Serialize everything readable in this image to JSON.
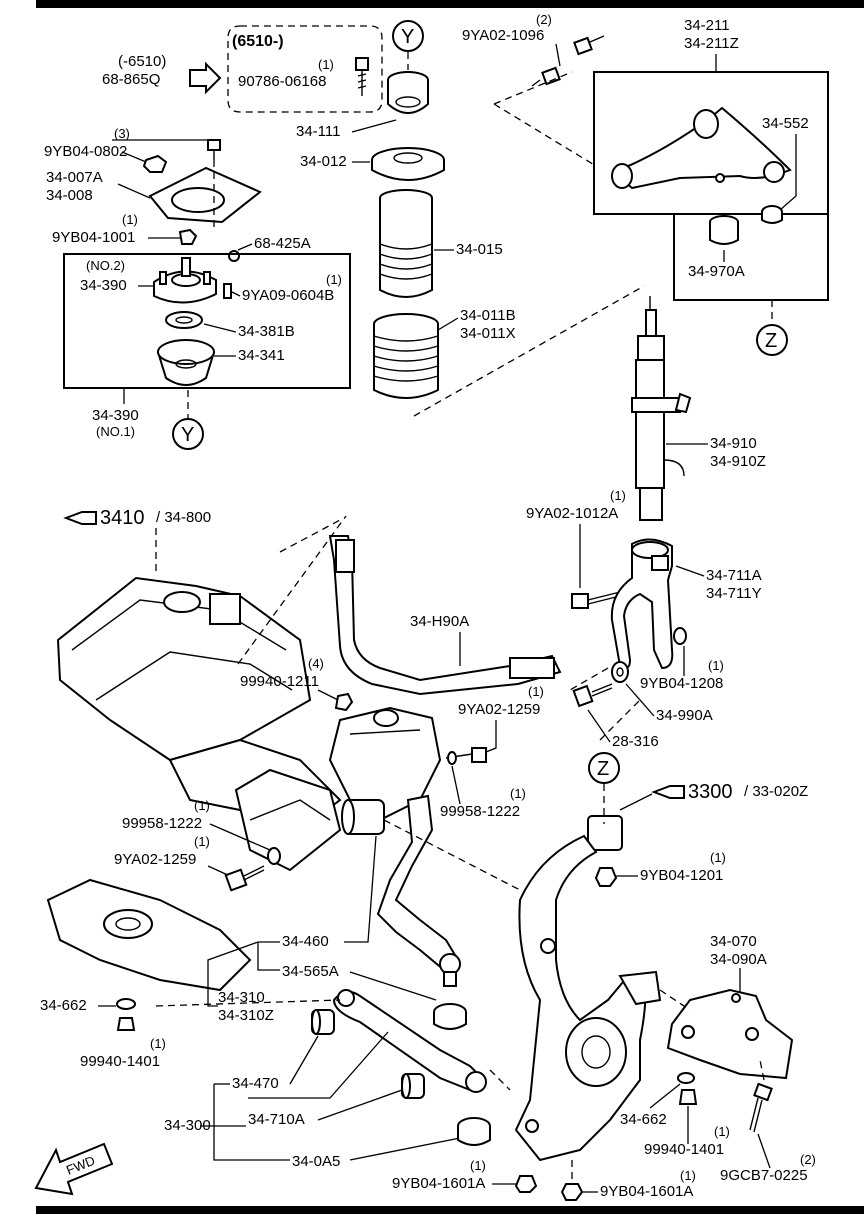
{
  "frame": {
    "top_band": "",
    "bottom_band": ""
  },
  "callouts": {
    "Y": "Y",
    "Z": "Z"
  },
  "top_left": {
    "prior_6510": "(-6510)",
    "prior_part": "68-865Q",
    "after_6510": "(6510-)",
    "after_qty": "(1)",
    "after_part": "90786-06168",
    "nut_qty": "(3)",
    "nut_part": "9YB04-0802",
    "plate_a": "34-007A",
    "plate_b": "34-008",
    "nut2_qty": "(1)",
    "nut2_part": "9YB04-1001",
    "clip": "68-425A",
    "variant_no2": "(NO.2)",
    "mount": "34-390",
    "stud_qty": "(1)",
    "stud_part": "9YA09-0604B",
    "bearing": "34-381B",
    "seat": "34-341",
    "mount_no1": "34-390",
    "variant_no1": "(NO.1)"
  },
  "top_center": {
    "stopper": "34-111",
    "seat": "34-012",
    "boot": "34-015",
    "boot2_a": "34-011B",
    "boot2_b": "34-011X"
  },
  "top_right": {
    "bolt_qty": "(2)",
    "bolt_part": "9YA02-1096",
    "arm_a": "34-211",
    "arm_b": "34-211Z",
    "bush": "34-552",
    "bush2": "34-970A"
  },
  "strut": {
    "shock_a": "34-910",
    "shock_b": "34-910Z",
    "bolt_qty": "(1)",
    "bolt_part": "9YA02-1012A",
    "fork_a": "34-711A",
    "fork_b": "34-711Y",
    "nut_qty": "(1)",
    "nut_part": "9YB04-1208",
    "washer": "34-990A",
    "bolt2": "28-316"
  },
  "crossmember": {
    "ref_a": "3410",
    "ref_b": "/ 34-800",
    "stabilizer": "34-H90A",
    "nut_qty": "(4)",
    "nut_part": "99940-1211",
    "bolt_qty": "(1)",
    "bolt_part": "9YA02-1259",
    "washer_qty": "(1)",
    "washer_part": "99958-1222",
    "washer2_qty": "(1)",
    "washer2_part": "99958-1222",
    "bolt2_qty": "(1)",
    "bolt2_part": "9YA02-1259"
  },
  "lower": {
    "arm_bush": "34-460",
    "ball_joint": "34-565A",
    "arm_a": "34-310",
    "arm_b": "34-310Z",
    "washer": "34-662",
    "nut_qty": "(1)",
    "nut_part": "99940-1401",
    "bush2": "34-470",
    "arm_assy": "34-300",
    "link": "34-710A",
    "boot": "34-0A5",
    "nut2_qty": "(1)",
    "nut2_part": "9YB04-1601A",
    "fwd": "FWD"
  },
  "knuckle": {
    "ref_a": "3300",
    "ref_b": "/ 33-020Z",
    "nut_qty": "(1)",
    "nut_part": "9YB04-1201",
    "cover_a": "34-070",
    "cover_b": "34-090A",
    "washer": "34-662",
    "nut2_qty": "(1)",
    "nut2_part": "99940-1401",
    "bolt_qty": "(2)",
    "bolt_part": "9GCB7-0225",
    "nut3_qty": "(1)",
    "nut3_part": "9YB04-1601A"
  }
}
